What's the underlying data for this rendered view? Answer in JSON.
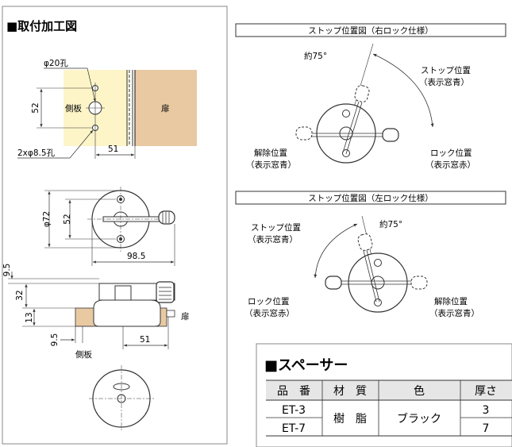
{
  "left_panel": {
    "title": "■取付加工図",
    "hole_label": "φ20孔",
    "side_plate": "側板",
    "door": "扉",
    "dim_52": "52",
    "small_holes": "2xφ8.5孔",
    "dim_51": "51",
    "dim_phi72": "φ72",
    "dim_52b": "52",
    "dim_98_5": "98.5",
    "dim_9_5_top": "9.5",
    "dim_32": "32",
    "dim_13": "13",
    "dim_9_5_bottom": "9.5",
    "dim_51b": "51",
    "side_plate_b": "側板",
    "door_b": "扉"
  },
  "right_lock": {
    "title": "ストップ位置図（右ロック仕様）",
    "angle": "約75°",
    "stop_line1": "ストップ位置",
    "stop_line2": "（表示窓青）",
    "release_line1": "解除位置",
    "release_line2": "（表示窓青）",
    "lock_line1": "ロック位置",
    "lock_line2": "（表示窓赤）"
  },
  "left_lock": {
    "title": "ストップ位置図（左ロック仕様）",
    "angle": "約75°",
    "stop_line1": "ストップ位置",
    "stop_line2": "（表示窓青）",
    "lock_line1": "ロック位置",
    "lock_line2": "（表示窓赤）",
    "release_line1": "解除位置",
    "release_line2": "（表示窓青）"
  },
  "spacer": {
    "title": "■スペーサー",
    "headers": [
      "品　番",
      "材　質",
      "色",
      "厚さ"
    ],
    "rows": [
      {
        "part": "ET-3",
        "thickness": "3"
      },
      {
        "part": "ET-7",
        "thickness": "7"
      }
    ],
    "material": "樹　脂",
    "color": "ブラック"
  },
  "colors": {
    "wood": "#e8c9a2",
    "cream": "#fdf5c8",
    "grey_band": "#e6e6e6",
    "line": "#333333"
  }
}
